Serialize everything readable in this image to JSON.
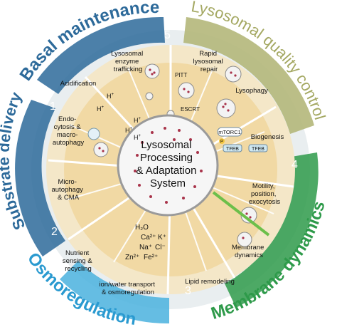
{
  "categories": {
    "basal": {
      "title": "Basal maintenance",
      "number": "5",
      "color": "#2d6a9a"
    },
    "quality": {
      "title": "Lysosomal quality control",
      "number": "4",
      "color": "#9aa05a"
    },
    "membrane": {
      "title": "Membrane dynamics",
      "number": "4",
      "color": "#2e9a4a"
    },
    "osmo": {
      "title": "Osmoregulation",
      "number": "3",
      "color": "#2a9ad0"
    },
    "substrate": {
      "title": "Substrate delivery",
      "number": "2",
      "color": "#2d6a9a"
    },
    "number1": "1"
  },
  "center": {
    "lines": [
      "Lysosomal",
      "Processing",
      "& Adaptation",
      "System"
    ]
  },
  "processes": {
    "enzyme_trafficking": [
      "Lysosomal",
      "enzyme",
      "trafficking"
    ],
    "acidification": [
      "Acidification"
    ],
    "rapid_repair": [
      "Rapid",
      "lysosomal",
      "repair"
    ],
    "lysophagy": [
      "Lysophagy"
    ],
    "biogenesis": [
      "Biogenesis"
    ],
    "motility": [
      "Motility,",
      "position,",
      "exocytosis"
    ],
    "membrane_dynamics": [
      "Membrane",
      "dynamics"
    ],
    "lipid_remodeling": [
      "Lipid remodeling"
    ],
    "ion_transport": [
      "ion/water transport",
      "& osmoregulation"
    ],
    "nutrient_sensing": [
      "Nutrient",
      "sensing &",
      "recycling"
    ],
    "microautophagy": [
      "Micro-",
      "autophagy",
      "& CMA"
    ],
    "endocytosis": [
      "Endo-",
      "cytosis &",
      "macro-",
      "autophagy"
    ]
  },
  "labels": {
    "pitt": "PITT",
    "escrt": "ESCRT",
    "mtorc1": "mTORC1",
    "tfeb": "TFEB",
    "tfeb_p": "P",
    "proton": "H",
    "proton_sup": "+",
    "ions": {
      "water": "H₂O",
      "ca": "Ca²⁺",
      "k": "K⁺",
      "na": "Na⁺",
      "cl": "Cl⁻",
      "zn": "Zn²⁺",
      "fe": "Fe²⁺"
    }
  },
  "colors": {
    "outer_ring": "#e9eef0",
    "middle_ring": "#f4e7c8",
    "wedge": "#f1d9a4",
    "wedge_line": "#ffffff",
    "lysosome_fill": "#f6f6f6",
    "lysosome_edge": "#9a9a9a",
    "dot_red": "#a8334a"
  }
}
